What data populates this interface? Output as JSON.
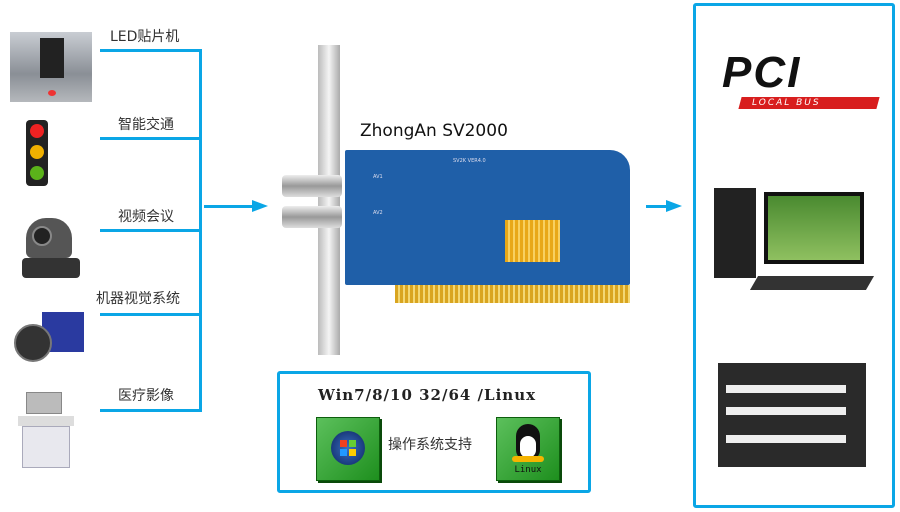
{
  "applications": [
    {
      "label": "LED贴片机",
      "icon": "smt-machine"
    },
    {
      "label": "智能交通",
      "icon": "traffic-light"
    },
    {
      "label": "视频会议",
      "icon": "ptz-camera"
    },
    {
      "label": "机器视觉系统",
      "icon": "industrial-camera"
    },
    {
      "label": "医疗影像",
      "icon": "medical-device"
    }
  ],
  "card": {
    "title": "ZhongAn SV2000",
    "pcb_text": "SV2K VER4.0",
    "ports": [
      "AV1",
      "AV2"
    ]
  },
  "os_support": {
    "versions": "Win7/8/10 32/64 /Linux",
    "label": "操作系统支持",
    "linux_text": "Linux"
  },
  "target": {
    "pci_logo": "PCI",
    "pci_sub": "LOCAL BUS"
  },
  "colors": {
    "accent": "#0aa6e6",
    "pcb": "#1f5fa8",
    "pci_red": "#d81e1e"
  }
}
